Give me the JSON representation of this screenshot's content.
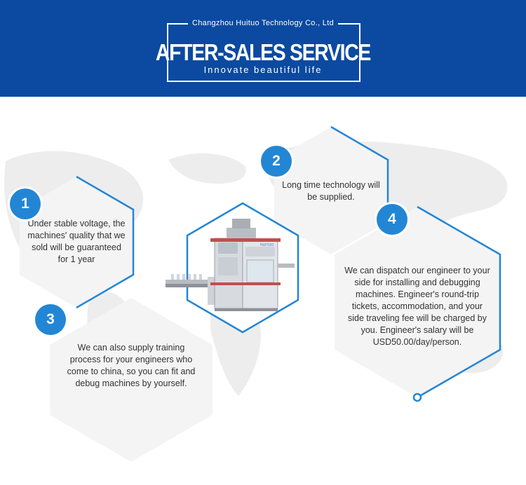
{
  "header": {
    "company": "Changzhou Huituo Technology Co., Ltd",
    "title": "AFTER-SALES SERVICE",
    "slogan": "Innovate beautiful life"
  },
  "machine": {
    "brand_label": "HUITUO"
  },
  "services": [
    {
      "number": "1",
      "text": "Under stable voltage, the machines' quality that we sold will be guaranteed for 1 year"
    },
    {
      "number": "2",
      "text": "Long time technology will be supplied."
    },
    {
      "number": "3",
      "text": "We can also supply training process for your engineers who come to china, so you can fit and debug machines by yourself."
    },
    {
      "number": "4",
      "text": "We can dispatch our engineer to your side for installing and debugging machines. Engineer's round-trip tickets, accommodation, and your side traveling fee will be charged by you. Engineer's salary will be USD50.00/day/person."
    }
  ],
  "colors": {
    "header_bg": "#0b4aa0",
    "accent": "#2386d4",
    "hex_fill": "#f4f4f4",
    "text": "#333333"
  }
}
